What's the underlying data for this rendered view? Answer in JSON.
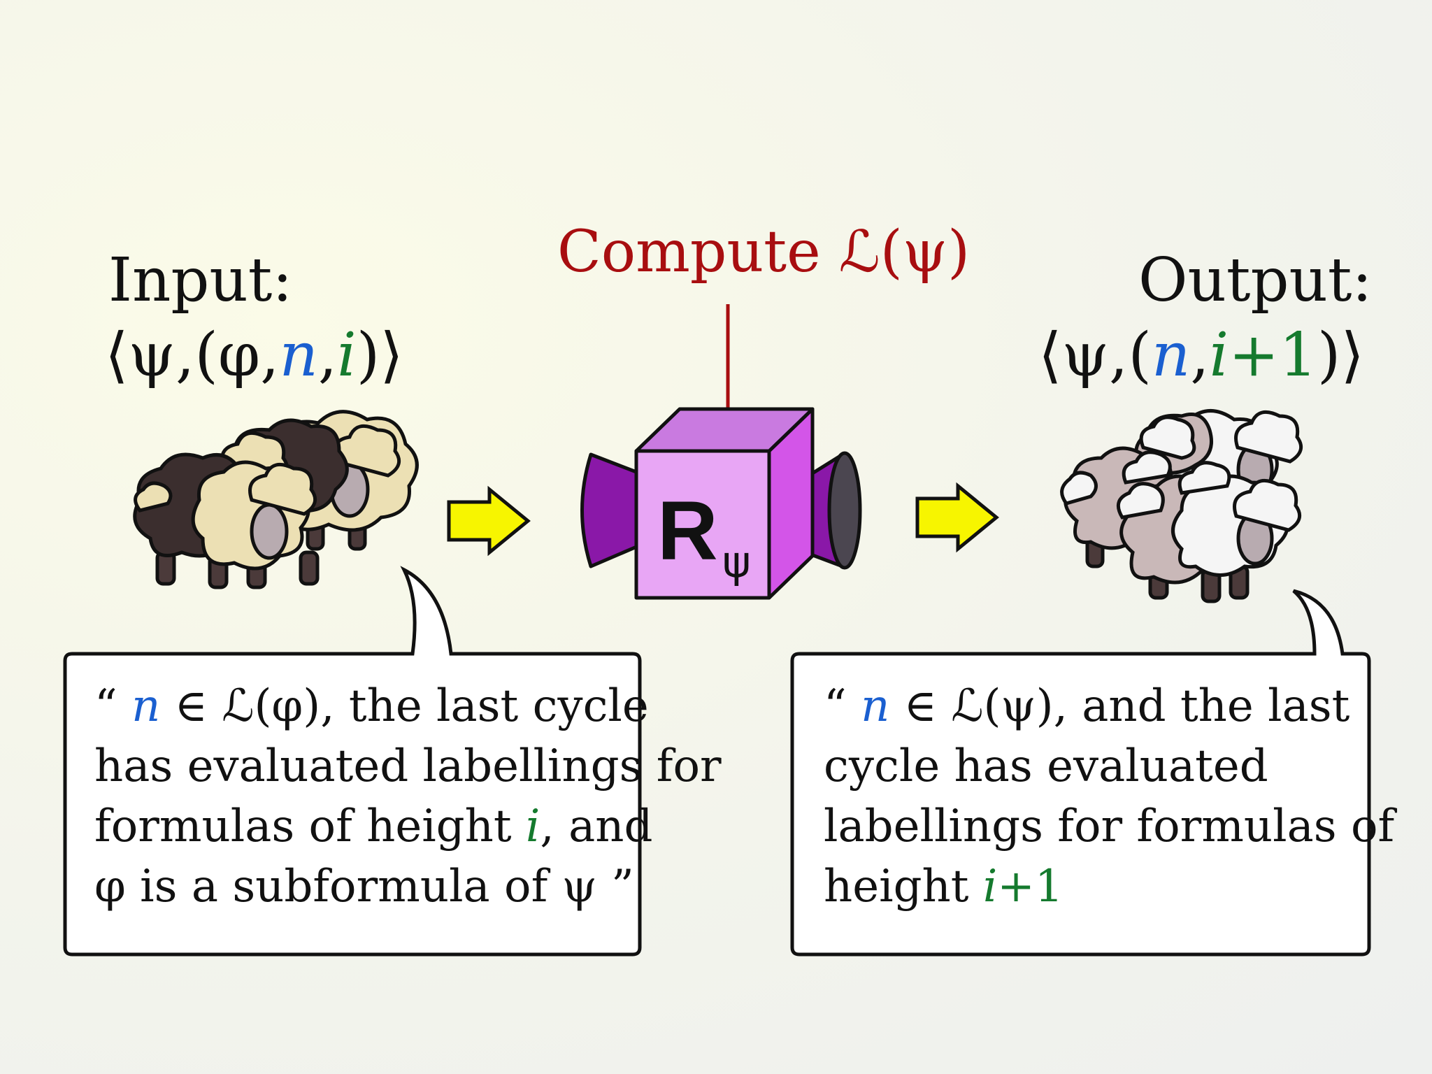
{
  "compute": {
    "word": "Compute",
    "expr": "ℒ(ψ)"
  },
  "input": {
    "heading": "Input:",
    "tuple_open": "⟨ψ,(φ,",
    "n": "n",
    "comma": ",",
    "i": "i",
    "tuple_close": ")⟩"
  },
  "output": {
    "heading": "Output:",
    "tuple_open": "⟨ψ,(",
    "n": "n",
    "comma": ",",
    "i": "i",
    "plus_one": "+1",
    "tuple_close": ")⟩"
  },
  "box": {
    "letter": "R",
    "subscript": "ψ"
  },
  "left_caption": {
    "open_quote": "“",
    "n": "n",
    "l1_rest": " ∈ ℒ(φ), the last cycle",
    "l2": "has evaluated labellings for",
    "l3_a": "formulas of height ",
    "i": "i",
    "l3_b": ", and",
    "l4": "φ  is a subformula of ψ  ”"
  },
  "right_caption": {
    "open_quote": "“",
    "n": "n",
    "l1_rest": " ∈ ℒ(ψ), and the last",
    "l2": "cycle has evaluated",
    "l3": "labellings for formulas of",
    "l4_a": "height ",
    "i": "i",
    "plus_one": "+1"
  },
  "colors": {
    "blue": "#1a5fd0",
    "green": "#157a2e",
    "red": "#a80e10",
    "box_face": "#e8a6f5",
    "box_side": "#d355e8",
    "funnel": "#8a18a8",
    "arrow": "#f7f500"
  }
}
